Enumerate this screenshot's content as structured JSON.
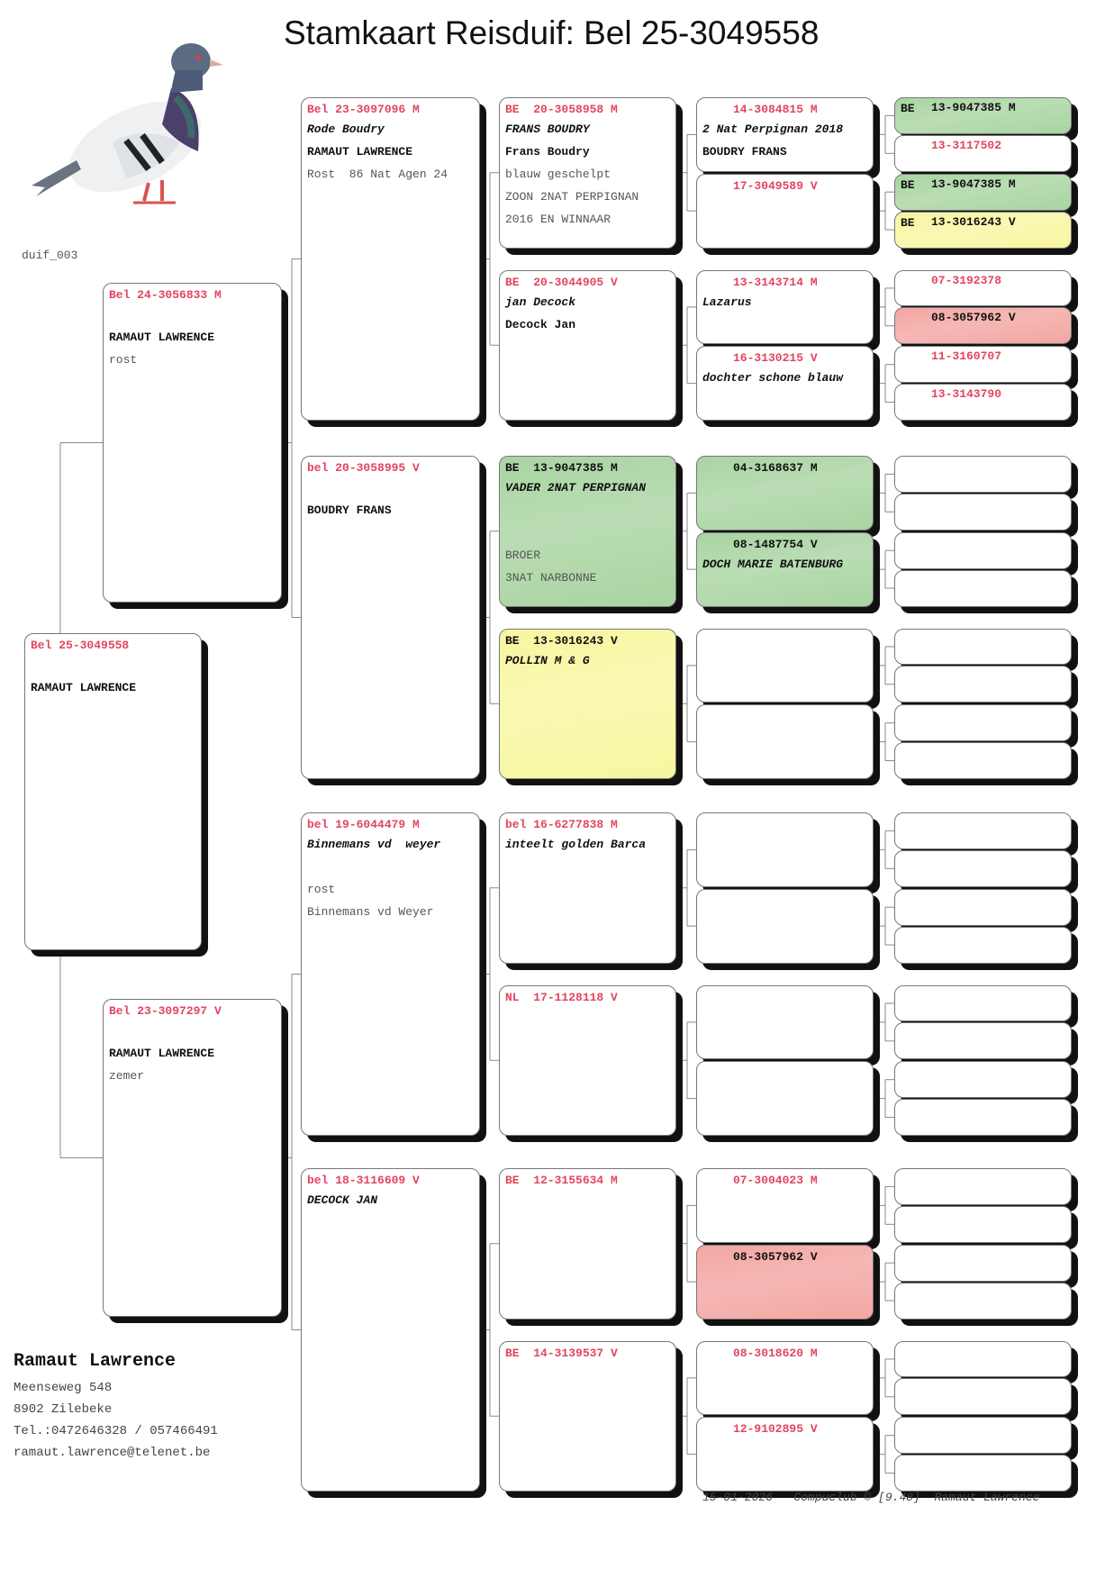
{
  "title": "Stamkaart Reisduif: Bel 25-3049558",
  "image_label": "duif_003",
  "colors": {
    "ring_red": "#e2455f",
    "green": "#a9d4a2",
    "yellow": "#f8f6a0",
    "pink": "#f3a6a2"
  },
  "gen0": [
    {
      "prefix": "Bel",
      "ring": "25-3049558",
      "sex": "",
      "lines": [
        {
          "t": "",
          "s": "bi"
        },
        {
          "t": "RAMAUT LAWRENCE",
          "s": "b"
        }
      ]
    }
  ],
  "gen1": [
    {
      "prefix": "Bel",
      "ring": "24-3056833",
      "sex": "M",
      "lines": [
        {
          "t": "",
          "s": "bi"
        },
        {
          "t": "RAMAUT LAWRENCE",
          "s": "b"
        },
        {
          "t": "rost",
          "s": "n"
        }
      ]
    },
    {
      "prefix": "Bel",
      "ring": "23-3097297",
      "sex": "V",
      "lines": [
        {
          "t": "",
          "s": "bi"
        },
        {
          "t": "RAMAUT LAWRENCE",
          "s": "b"
        },
        {
          "t": "zemer",
          "s": "n"
        }
      ]
    }
  ],
  "gen2": [
    {
      "prefix": "Bel",
      "ring": "23-3097096",
      "sex": "M",
      "lines": [
        {
          "t": "Rode Boudry",
          "s": "bi"
        },
        {
          "t": "RAMAUT LAWRENCE",
          "s": "b"
        },
        {
          "t": "Rost  86 Nat Agen 24",
          "s": "n"
        }
      ]
    },
    {
      "prefix": "bel",
      "ring": "20-3058995",
      "sex": "V",
      "lines": [
        {
          "t": "",
          "s": "bi"
        },
        {
          "t": "BOUDRY FRANS",
          "s": "b"
        }
      ]
    },
    {
      "prefix": "bel",
      "ring": "19-6044479",
      "sex": "M",
      "lines": [
        {
          "t": "Binnemans vd  weyer",
          "s": "bi"
        },
        {
          "t": "",
          "s": "b"
        },
        {
          "t": "rost",
          "s": "n"
        },
        {
          "t": "Binnemans vd Weyer",
          "s": "n"
        }
      ]
    },
    {
      "prefix": "bel",
      "ring": "18-3116609",
      "sex": "V",
      "lines": [
        {
          "t": "DECOCK JAN",
          "s": "bi"
        }
      ]
    }
  ],
  "gen3": [
    {
      "prefix": "BE ",
      "ring": "20-3058958",
      "sex": "M",
      "lines": [
        {
          "t": "FRANS BOUDRY",
          "s": "bi"
        },
        {
          "t": "Frans Boudry",
          "s": "b"
        },
        {
          "t": "blauw geschelpt",
          "s": "n"
        },
        {
          "t": "ZOON 2NAT PERPIGNAN",
          "s": "n"
        },
        {
          "t": "2016 EN WINNAAR",
          "s": "n"
        }
      ]
    },
    {
      "prefix": "BE ",
      "ring": "20-3044905",
      "sex": "V",
      "lines": [
        {
          "t": "jan Decock",
          "s": "bi"
        },
        {
          "t": "Decock Jan",
          "s": "b"
        }
      ]
    },
    {
      "prefix": "BE ",
      "ring": "13-9047385",
      "sex": "M",
      "color": "green",
      "lines": [
        {
          "t": "VADER 2NAT PERPIGNAN",
          "s": "bi"
        },
        {
          "t": "",
          "s": "b"
        },
        {
          "t": "",
          "s": "n"
        },
        {
          "t": "BROER",
          "s": "n"
        },
        {
          "t": "3NAT NARBONNE",
          "s": "n"
        }
      ]
    },
    {
      "prefix": "BE ",
      "ring": "13-3016243",
      "sex": "V",
      "color": "yellow",
      "lines": [
        {
          "t": "POLLIN M & G",
          "s": "bi"
        }
      ]
    },
    {
      "prefix": "bel",
      "ring": "16-6277838",
      "sex": "M",
      "lines": [
        {
          "t": "inteelt golden Barca",
          "s": "bi"
        }
      ]
    },
    {
      "prefix": "NL ",
      "ring": "17-1128118",
      "sex": "V",
      "lines": []
    },
    {
      "prefix": "BE ",
      "ring": "12-3155634",
      "sex": "M",
      "lines": []
    },
    {
      "prefix": "BE ",
      "ring": "14-3139537",
      "sex": "V",
      "lines": []
    }
  ],
  "gen4": [
    {
      "ring": "14-3084815",
      "sex": "M",
      "lines": [
        {
          "t": "2 Nat Perpignan 2018",
          "s": "bi"
        },
        {
          "t": "BOUDRY FRANS",
          "s": "b"
        }
      ]
    },
    {
      "ring": "17-3049589",
      "sex": "V",
      "lines": []
    },
    {
      "ring": "13-3143714",
      "sex": "M",
      "lines": [
        {
          "t": "Lazarus",
          "s": "bi"
        }
      ]
    },
    {
      "ring": "16-3130215",
      "sex": "V",
      "lines": [
        {
          "t": "dochter schone blauw",
          "s": "bi"
        }
      ]
    },
    {
      "ring": "04-3168637",
      "sex": "M",
      "color": "green",
      "lines": []
    },
    {
      "ring": "08-1487754",
      "sex": "V",
      "color": "green",
      "lines": [
        {
          "t": "DOCH MARIE BATENBURG",
          "s": "bi"
        }
      ]
    },
    {},
    {},
    {},
    {},
    {},
    {},
    {
      "ring": "07-3004023",
      "sex": "M",
      "lines": []
    },
    {
      "ring": "08-3057962",
      "sex": "V",
      "color": "pink",
      "lines": []
    },
    {
      "ring": "08-3018620",
      "sex": "M",
      "lines": []
    },
    {
      "ring": "12-9102895",
      "sex": "V",
      "lines": []
    }
  ],
  "gen5": [
    {
      "prefix": "BE",
      "ring": "13-9047385",
      "sex": "M",
      "color": "green"
    },
    {
      "ring": "13-3117502"
    },
    {
      "prefix": "BE",
      "ring": "13-9047385",
      "sex": "M",
      "color": "green"
    },
    {
      "prefix": "BE",
      "ring": "13-3016243",
      "sex": "V",
      "color": "yellow"
    },
    {
      "ring": "07-3192378"
    },
    {
      "ring": "08-3057962",
      "sex": "V",
      "color": "pink"
    },
    {
      "ring": "11-3160707"
    },
    {
      "ring": "13-3143790"
    },
    {},
    {},
    {},
    {},
    {},
    {},
    {},
    {},
    {},
    {},
    {},
    {},
    {},
    {},
    {},
    {},
    {},
    {},
    {},
    {},
    {},
    {},
    {},
    {}
  ],
  "contact": {
    "name": "Ramaut Lawrence",
    "street": "Meenseweg 548",
    "city": "8902  Zilebeke",
    "phone": "Tel.:0472646328 / 057466491",
    "email": "ramaut.lawrence@telenet.be"
  },
  "footer": {
    "date": "15-01-2026",
    "software": "Compuclub © [9.48]",
    "owner": "Ramaut Lawrence"
  }
}
